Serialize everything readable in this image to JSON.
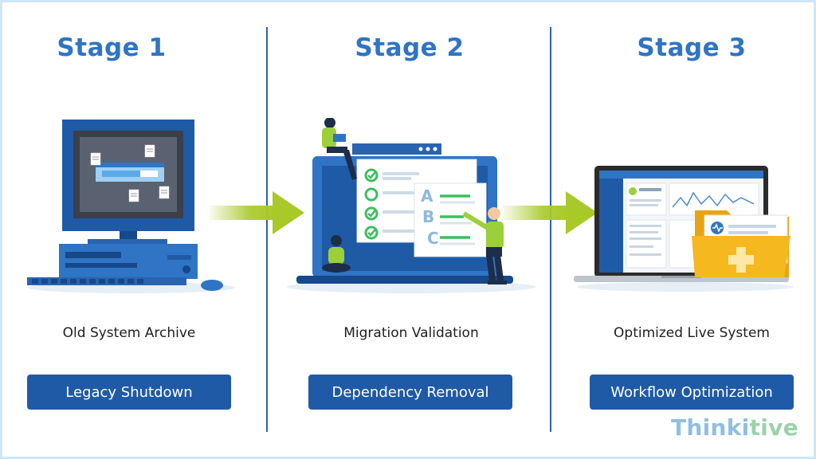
{
  "stages": [
    {
      "title": "Stage 1",
      "caption": "Old System Archive",
      "button": "Legacy Shutdown"
    },
    {
      "title": "Stage 2",
      "caption": "Migration Validation",
      "button": "Dependency Removal"
    },
    {
      "title": "Stage 3",
      "caption": "Optimized Live System",
      "button": "Workflow Optimization"
    }
  ],
  "checklist_letters": [
    "A",
    "B",
    "C"
  ],
  "brand": {
    "part1": "Thinki",
    "part2": "tive"
  },
  "colors": {
    "accent": "#2f74c5",
    "button": "#1f5aa6",
    "divider": "#2a63b0",
    "arrow": "#a8c928",
    "folder": "#f6b81f"
  },
  "icons": [
    "retro-computer-icon",
    "checklist-laptop-icon",
    "laptop-dashboard-icon",
    "medical-folder-icon",
    "right-arrow-icon"
  ]
}
